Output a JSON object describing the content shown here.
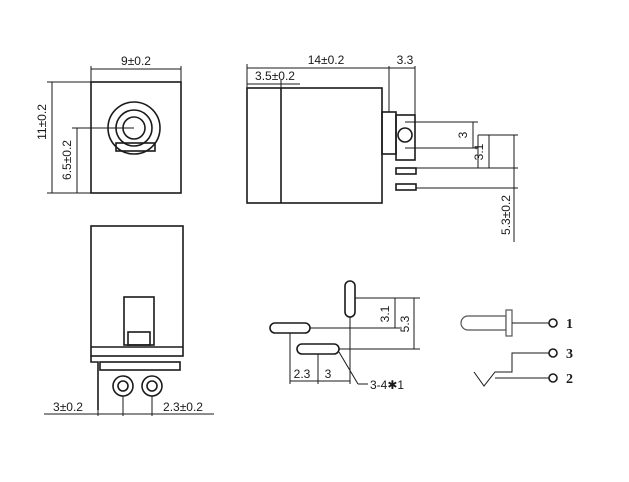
{
  "front_view": {
    "width_dim": "9±0.2",
    "height_dim": "11±0.2",
    "center_dim": "6.5±0.2"
  },
  "side_view": {
    "length_dim": "14±0.2",
    "tab_dim": "3.3",
    "offset_dim": "3.5±0.2",
    "hole_dim": "3",
    "pin_dim": "3.1",
    "pin_length_dim": "5.3±0.2"
  },
  "bottom_view": {
    "left_dim": "3±0.2",
    "right_dim": "2.3±0.2"
  },
  "footprint": {
    "v1_dim": "3.1",
    "v2_dim": "5.3",
    "h1_dim": "2.3",
    "h2_dim": "3",
    "slot_dim": "3-4✱1"
  },
  "schematic": {
    "pin1": "1",
    "pin3": "3",
    "pin2": "2"
  }
}
